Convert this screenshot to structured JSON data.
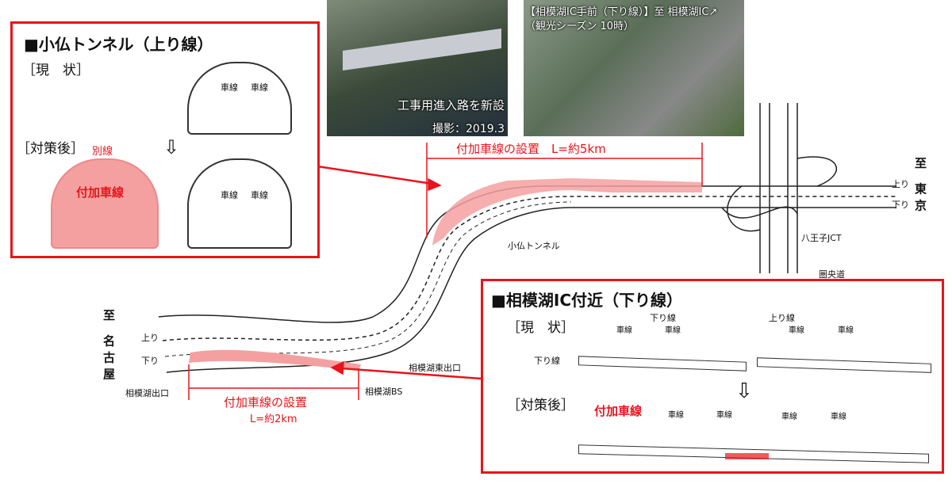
{
  "kobotoke_box": {
    "title": "■小仏トンネル（上り線）",
    "current": "［現　状］",
    "after": "［対策後］",
    "bypass": "別線",
    "added_lane": "付加車線",
    "lane": "車線"
  },
  "photo1": {
    "caption": "工事用進入路を新設",
    "date": "撮影：2019.3"
  },
  "photo2": {
    "caption1": "【相模湖IC手前（下り線）】至 相模湖IC↗",
    "caption2": "（観光シーズン 10時）"
  },
  "map": {
    "upper_label": "付加車線の設置　L=約5km",
    "lower_label": "付加車線の設置",
    "lower_length": "L=約2km",
    "to_tokyo": "至 東京",
    "to_nagoya": "至 名古屋",
    "up": "上り",
    "down": "下り",
    "hachioji_jct": "八王子JCT",
    "ken_o_do": "圏央道",
    "kobotoke_tunnel": "小仏トンネル",
    "sagamiko_exit": "相模湖出口",
    "sagamiko_bs": "相模湖BS",
    "sagamiko_east_exit": "相模湖東出口"
  },
  "sagamiko_box": {
    "title": "■相模湖IC付近（下り線）",
    "current": "［現　状］",
    "after": "［対策後］",
    "down_line": "下り線",
    "up_line": "上り線",
    "lane": "車線",
    "added_lane": "付加車線"
  },
  "colors": {
    "accent": "#e8141b",
    "highlight": "#f4a0a0"
  }
}
